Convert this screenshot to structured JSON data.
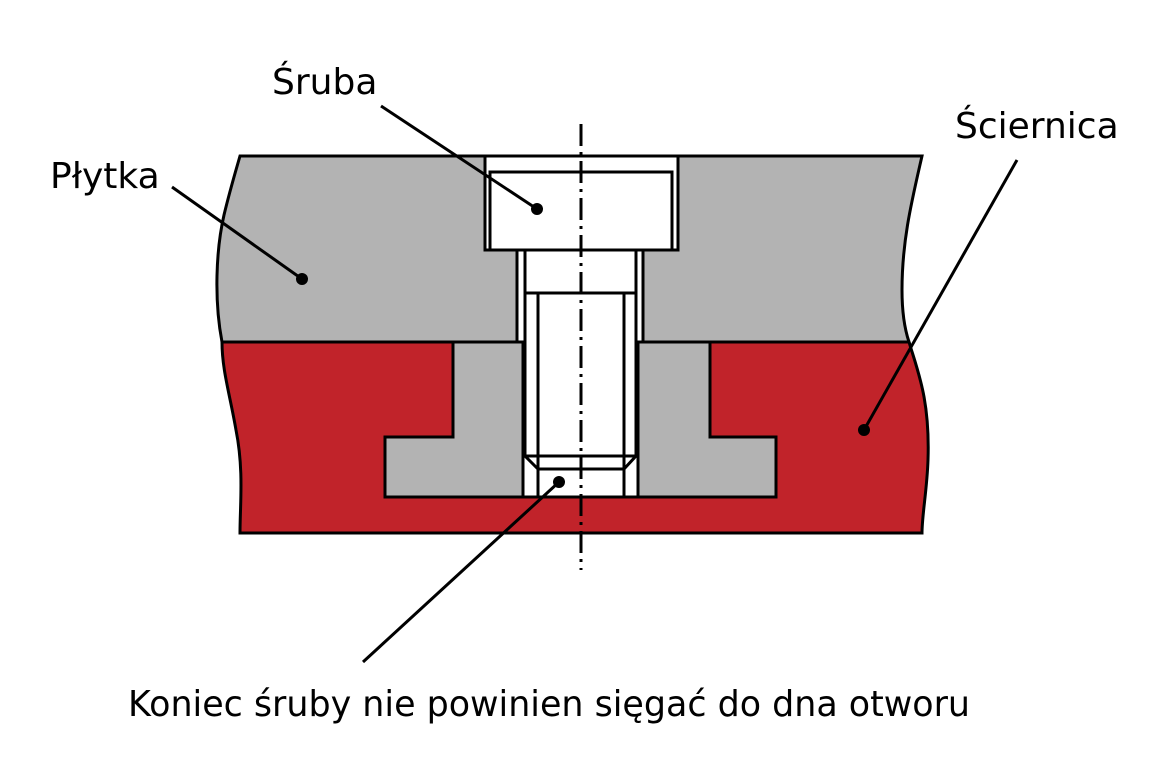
{
  "diagram": {
    "type": "mechanical-cross-section",
    "labels": {
      "screw": "Śruba",
      "plate": "Płytka",
      "grinding_wheel": "Ściernica",
      "note": "Koniec śruby nie powinien sięgać do dna otworu"
    },
    "colors": {
      "plate": "#b3b3b3",
      "grinding_wheel": "#c1232a",
      "screw": "#ffffff",
      "outline": "#000000",
      "background": "#ffffff"
    },
    "parts": [
      {
        "id": "plate",
        "label": "Płytka",
        "description": "Gray plate on top"
      },
      {
        "id": "grinding-wheel",
        "label": "Ściernica",
        "description": "Red abrasive body with T-slot"
      },
      {
        "id": "t-nut",
        "label": "",
        "description": "Gray T-shaped nut inside slot"
      },
      {
        "id": "screw",
        "label": "Śruba",
        "description": "Socket cap screw in counterbored hole"
      }
    ]
  }
}
